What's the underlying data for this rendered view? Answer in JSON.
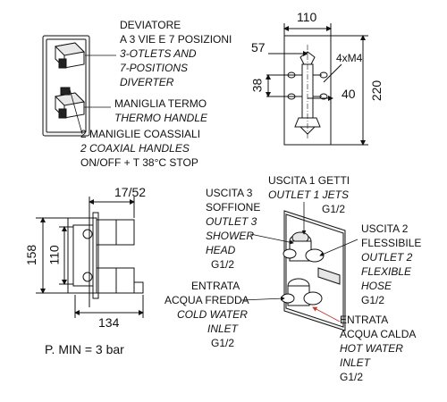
{
  "callouts": {
    "diverter": [
      "DEVIATORE",
      "A 3 VIE E 7 POSIZIONI",
      "3-OTLETS AND",
      "7-POSITIONS",
      "DIVERTER"
    ],
    "thermo": [
      "MANIGLIA TERMO",
      "THERMO HANDLE"
    ],
    "coaxial": [
      "2 MANIGLIE COASSIALI",
      "2 COAXIAL HANDLES",
      "ON/OFF + T 38°C STOP"
    ]
  },
  "front_view": {
    "width": "110",
    "height": "220",
    "offset_top": "57",
    "offset_mid": "38",
    "offset_right": "40",
    "screws": "4xM4"
  },
  "side_view": {
    "top": "17/52",
    "height_outer": "158",
    "height_inner": "110",
    "depth": "134"
  },
  "pressure": "P. MIN = 3 bar",
  "outlets": {
    "outlet3": [
      "USCITA 3",
      "SOFFIONE",
      "OUTLET 3",
      "SHOWER",
      "HEAD",
      "G1/2"
    ],
    "outlet1": [
      "USCITA 1 GETTI",
      "OUTLET 1 JETS",
      "G1/2"
    ],
    "outlet2": [
      "USCITA 2",
      "FLESSIBILE",
      "OUTLET 2",
      "FLEXIBLE",
      "HOSE",
      "G1/2"
    ],
    "cold": [
      "ENTRATA",
      "ACQUA FREDDA",
      "COLD WATER",
      "INLET",
      "G1/2"
    ],
    "hot": [
      "ENTRATA",
      "ACQUA CALDA",
      "HOT WATER",
      "INLET",
      "G1/2"
    ]
  }
}
